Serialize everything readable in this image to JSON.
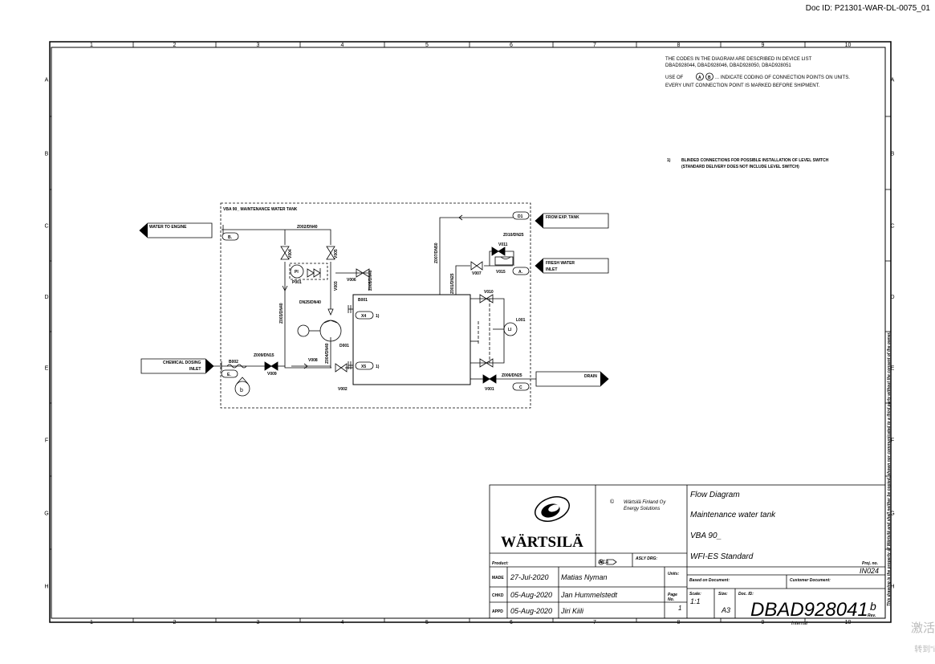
{
  "doc_id": "Doc ID: P21301-WAR-DL-0075_01",
  "grid": {
    "cols": [
      "1",
      "2",
      "3",
      "4",
      "5",
      "6",
      "7",
      "8",
      "9",
      "10"
    ],
    "rows": [
      "A",
      "B",
      "C",
      "D",
      "E",
      "F",
      "G",
      "H"
    ]
  },
  "notes": {
    "line1": "THE CODES IN THE DIAGRAM ARE DESCRIBED IN DEVICE LIST",
    "line2": "DBAD928044, DBAD928046, DBAD928050, DBAD928051",
    "line3_pre": "USE OF",
    "line3_a": "A",
    "line3_b": "B",
    "line3_post": "... INDICATE CODING OF CONNECTION POINTS ON UNITS.",
    "line4": "EVERY UNIT CONNECTION POINT IS MARKED BEFORE SHIPMENT.",
    "note1_num": "1)",
    "note1_line1": "BLINDED CONNECTIONS FOR POSSIBLE INSTALLATION OF LEVEL SWITCH",
    "note1_line2": "(STANDARD DELIVERY DOES NOT INCLUDE LEVEL SWITCH)"
  },
  "diagram": {
    "unit_title": "VBA 90_ MAINTENANCE WATER TANK",
    "ext": {
      "water_to_engine": "WATER TO ENGINE",
      "chem1": "CHEMICAL DOSING",
      "chem2": "INLET",
      "from_exp": "FROM EXP. TANK",
      "fresh1": "FRESH WATER",
      "fresh2": "INLET",
      "drain": "DRAIN"
    },
    "conn": {
      "B": "B.",
      "E": "E.",
      "D1": "D1",
      "A": "A.",
      "C": "C",
      "X4": "X4",
      "X5": "X5"
    },
    "pipes": {
      "z002": "Z002/DN40",
      "z003": "Z003/DN40",
      "z004": "Z004/DN40",
      "z005": "Z005/DN40",
      "z007": "Z007/DN50",
      "z001": "Z001/DN25",
      "z010": "Z010/DN25",
      "z006": "Z006/DN25",
      "z009": "Z009/DN15",
      "reducer": "DN25/DN40"
    },
    "tags": {
      "v004": "V004",
      "v005": "V005",
      "v006": "V006",
      "v003": "V003",
      "p001": "P001",
      "pi": "PI",
      "b001": "B001",
      "d001": "D001",
      "v008": "V008",
      "v009": "V009",
      "b002": "B002",
      "v002": "V002",
      "v007": "V007",
      "v015": "V015",
      "v011": "V011",
      "v010": "V010",
      "l001": "L001",
      "li": "LI",
      "v001": "V001",
      "note_ref1": "1)",
      "note_ref2": "1)",
      "b_symbol": "b"
    }
  },
  "title_block": {
    "logo": "WÄRTSILÄ",
    "copyright_symbol": "©",
    "copyright1": "Wärtsilä Finland Oy",
    "copyright2": "Energy Solutions",
    "title1": "Flow Diagram",
    "title2": "Maintenance water tank",
    "title3": "VBA 90_",
    "title4": "WFI-ES Standard",
    "product_label": "Product:",
    "projection": "ACA",
    "asly_label": "ASLY DRG:",
    "proj_no_label": "Proj. no.",
    "proj_no": "IN024",
    "made_label": "MADE",
    "made_date": "27-Jul-2020",
    "made_by": "Matias Nyman",
    "chkd_label": "CHKD",
    "chkd_date": "05-Aug-2020",
    "chkd_by": "Jan Hummelstedt",
    "appd_label": "APPD",
    "appd_date": "05-Aug-2020",
    "appd_by": "Jiri Kiili",
    "units_label": "Units:",
    "page_label1": "Page",
    "page_label2": "No.",
    "page_no": "1",
    "based_label": "Based on Document:",
    "customer_label": "Customer Document:",
    "scale_label": "Scale:",
    "scale": "1:1",
    "size_label": "Size:",
    "size": "A3",
    "docid_label": "Doc. ID:",
    "doc_number": "DBAD928041",
    "rev": "b",
    "rev_label": "Rev.",
    "classification": "Internal"
  },
  "side_text": "This drawing is the property of Wärtsilä and shall neither be copied, shown nor communicated to a third party without the consent of the owner.",
  "watermark": {
    "line1": "激活",
    "line2": "转到\"i"
  }
}
